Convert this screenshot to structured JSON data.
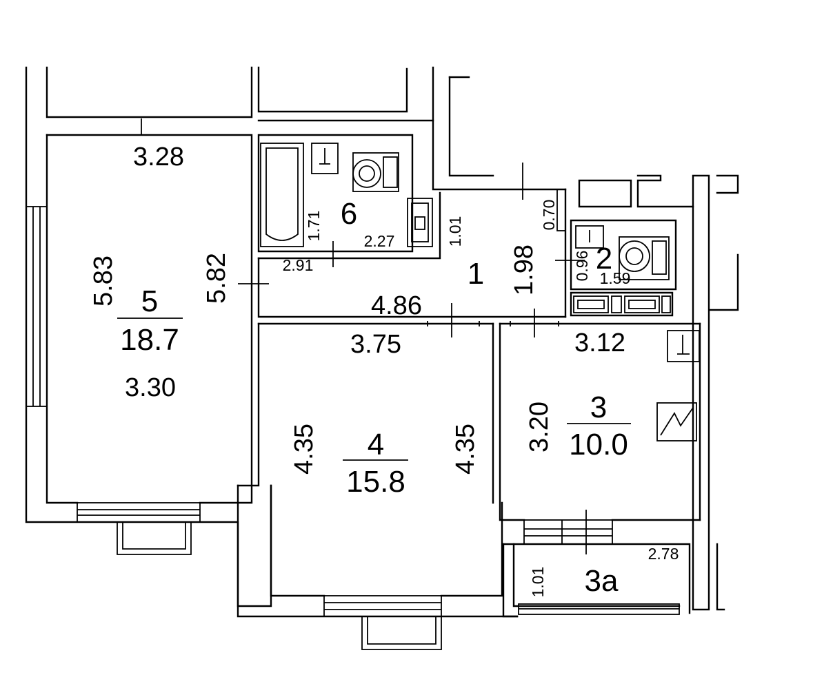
{
  "rooms": {
    "r1": {
      "num": "1",
      "dims": [
        "4.86",
        "1.98",
        "1.01",
        "2.91",
        "0.70"
      ]
    },
    "r2": {
      "num": "2",
      "dims": [
        "0.96",
        "1.59"
      ]
    },
    "r3": {
      "num": "3",
      "area": "10.0",
      "dims": [
        "3.12",
        "3.20"
      ]
    },
    "r3a": {
      "num": "3a",
      "dims": [
        "2.78",
        "1.01"
      ]
    },
    "r4": {
      "num": "4",
      "area": "15.8",
      "dims": [
        "3.75",
        "4.35",
        "4.35"
      ]
    },
    "r5": {
      "num": "5",
      "area": "18.7",
      "dims": [
        "3.28",
        "5.83",
        "5.82",
        "3.30"
      ]
    },
    "r6": {
      "num": "6",
      "dims": [
        "1.71",
        "2.27"
      ]
    }
  }
}
